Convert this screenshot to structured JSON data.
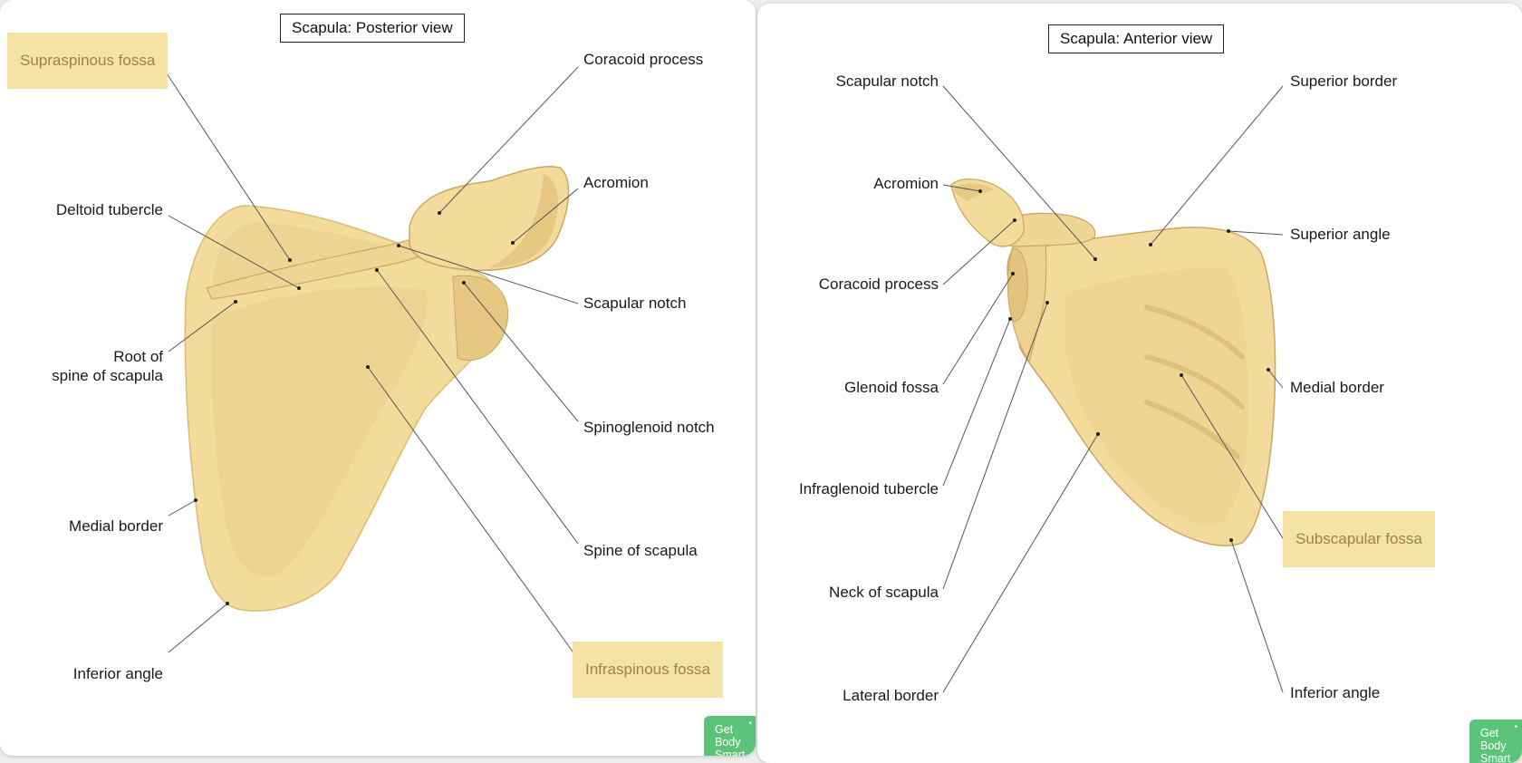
{
  "posterior": {
    "title": "Scapula: Posterior view",
    "labels": {
      "supraspinous_fossa": "Supraspinous fossa",
      "coracoid_process": "Coracoid process",
      "acromion": "Acromion",
      "deltoid_tubercle": "Deltoid tubercle",
      "scapular_notch": "Scapular notch",
      "root_spine_line1": "Root of",
      "root_spine_line2": "spine of scapula",
      "spinoglenoid_notch": "Spinoglenoid notch",
      "medial_border": "Medial border",
      "spine_of_scapula": "Spine of scapula",
      "inferior_angle": "Inferior angle",
      "infraspinous_fossa": "Infraspinous fossa"
    }
  },
  "anterior": {
    "title": "Scapula: Anterior view",
    "labels": {
      "scapular_notch": "Scapular notch",
      "superior_border": "Superior border",
      "acromion": "Acromion",
      "superior_angle": "Superior angle",
      "coracoid_process": "Coracoid process",
      "glenoid_fossa": "Glenoid fossa",
      "medial_border": "Medial border",
      "infraglenoid_tubercle": "Infraglenoid tubercle",
      "subscapular_fossa": "Subscapular fossa",
      "neck_of_scapula": "Neck of scapula",
      "lateral_border": "Lateral border",
      "inferior_angle": "Inferior angle"
    }
  },
  "badge": {
    "line1": "Get",
    "line2": "Body",
    "line3": "Smart"
  },
  "colors": {
    "bone_fill": "#f3dc9b",
    "bone_shade": "#e2c47e",
    "bone_outline": "#c9a865",
    "highlight_bg": "#f5e3a5",
    "highlight_text": "#9a8447",
    "leader_line": "#555555",
    "badge_green": "#5cc47a"
  }
}
